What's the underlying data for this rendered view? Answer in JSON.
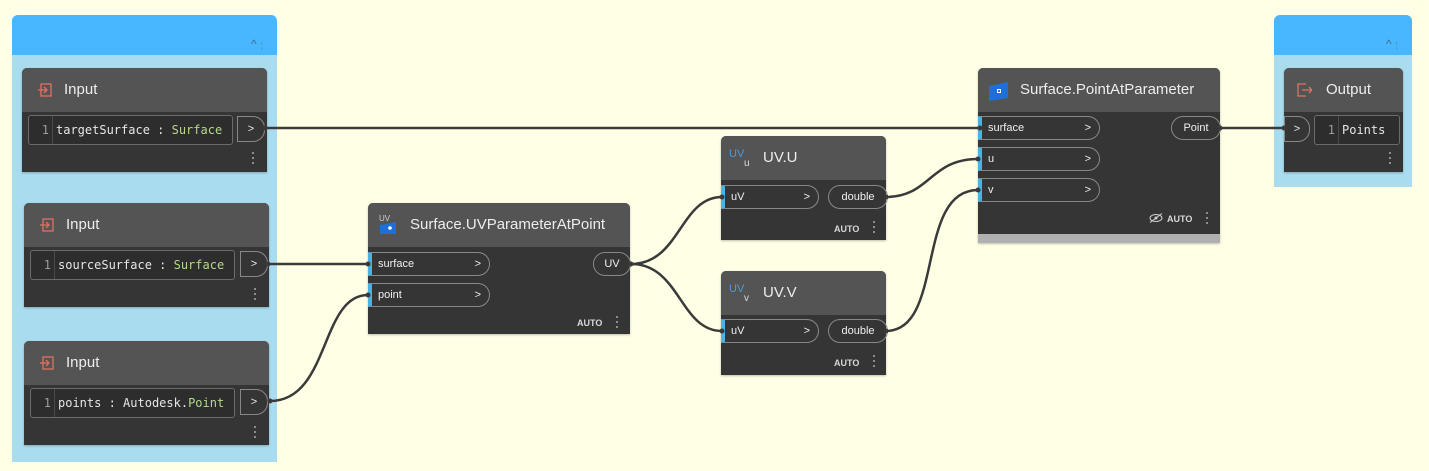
{
  "canvas": {
    "background": "#ffffe6",
    "wire_color": "#3a3a3a",
    "group_color": "#a9dcee",
    "group_header_color": "#48b7ff",
    "port_accent": "#4ab3e6"
  },
  "groups": [
    {
      "id": "inputs-group",
      "collapse_icon": "chevron-up-icon"
    },
    {
      "id": "output-group",
      "collapse_icon": "chevron-up-icon"
    }
  ],
  "nodes": {
    "input1": {
      "title": "Input",
      "line_no": "1",
      "var": "targetSurface",
      "sep": " : ",
      "type_prefix": "",
      "type": "Surface",
      "out": ">"
    },
    "input2": {
      "title": "Input",
      "line_no": "1",
      "var": "sourceSurface",
      "sep": " : ",
      "type_prefix": "",
      "type": "Surface",
      "out": ">"
    },
    "input3": {
      "title": "Input",
      "line_no": "1",
      "var": "points",
      "sep": " : ",
      "type_prefix": "Autodesk.",
      "type": "Point",
      "out": ">"
    },
    "uvparam": {
      "title": "Surface.UVParameterAtPoint",
      "icon_text": "UV",
      "inputs": [
        "surface",
        "point"
      ],
      "output": "UV",
      "chevron": ">",
      "lacing": "AUTO"
    },
    "uvu": {
      "title": "UV.U",
      "icon_text": "UV",
      "icon_sub": "u",
      "input": "uV",
      "output": "double",
      "chevron": ">",
      "lacing": "AUTO"
    },
    "uvv": {
      "title": "UV.V",
      "icon_text": "UV",
      "icon_sub": "v",
      "input": "uV",
      "output": "double",
      "chevron": ">",
      "lacing": "AUTO"
    },
    "pap": {
      "title": "Surface.PointAtParameter",
      "inputs": [
        "surface",
        "u",
        "v"
      ],
      "output": "Point",
      "chevron": ">",
      "lacing": "AUTO"
    },
    "output": {
      "title": "Output",
      "line_no": "1",
      "value": "Points",
      "in": ">"
    }
  }
}
